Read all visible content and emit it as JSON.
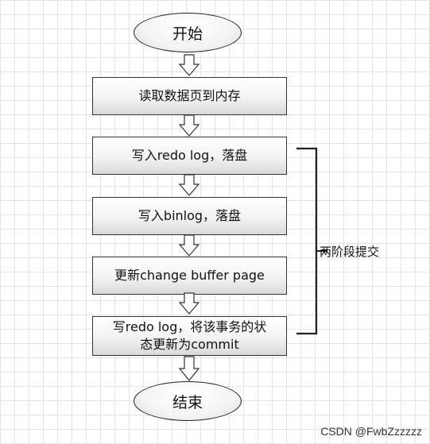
{
  "diagram": {
    "start": "开始",
    "steps": [
      "读取数据页到内存",
      "写入redo log，落盘",
      "写入binlog，落盘",
      "更新change buffer page"
    ],
    "last_step_lines": [
      "写redo log，将该事务的状",
      "态更新为commit"
    ],
    "end": "结束",
    "bracket_label": "两阶段提交"
  },
  "watermark": "CSDN @FwbZzzzzz"
}
